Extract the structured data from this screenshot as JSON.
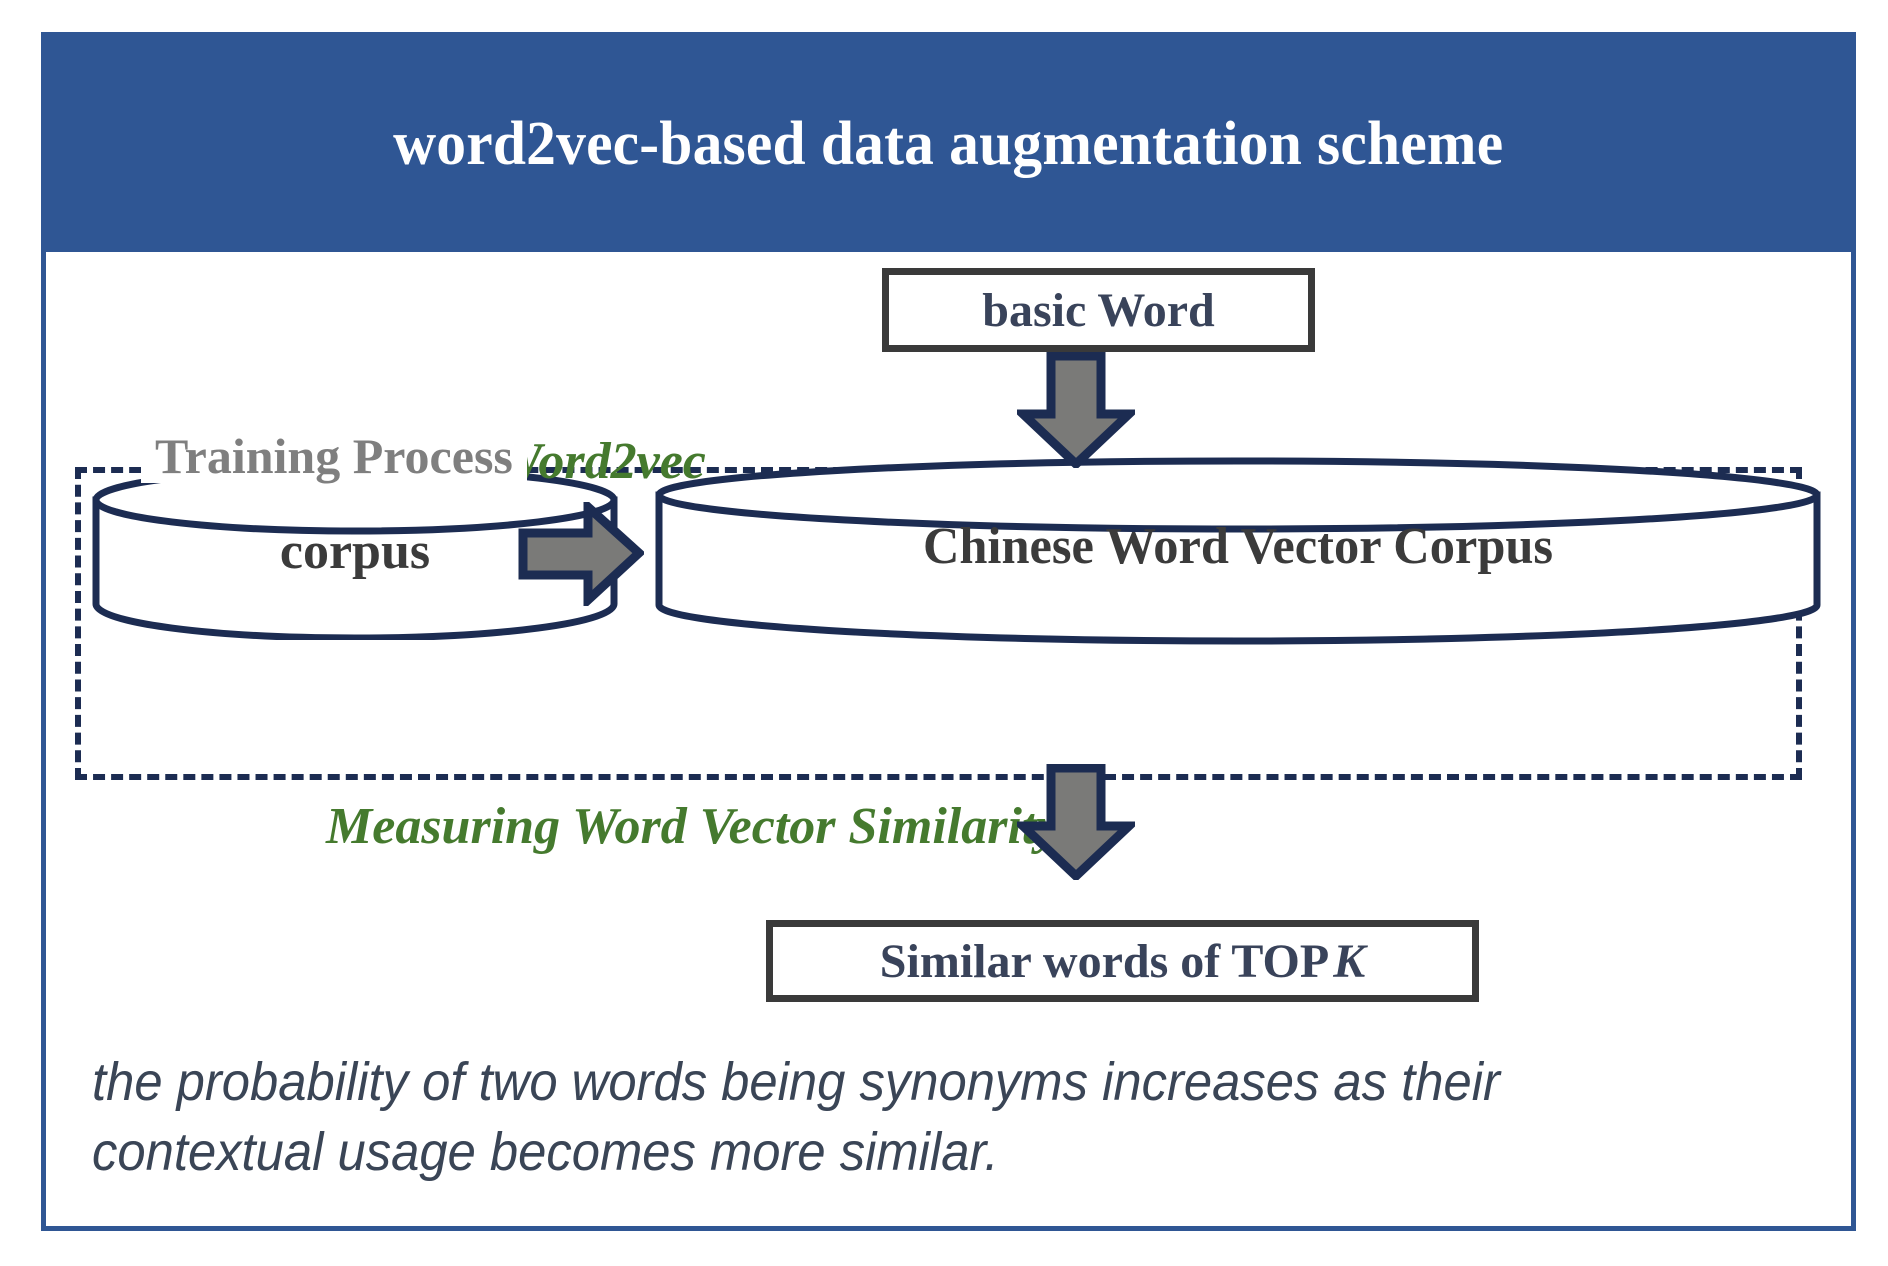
{
  "figure": {
    "title": "word2vec-based data augmentation scheme",
    "frame_border_color": "#2f5694",
    "header_bg_color": "#2f5694",
    "header_text_color": "#ffffff"
  },
  "diagram": {
    "type": "flow-diagram",
    "training_group": {
      "label": "Training Process",
      "label_color": "#7f7f7f",
      "border_style": "dashed",
      "border_color": "#1c2c52"
    },
    "nodes": [
      {
        "id": "basic-word",
        "label": "basic Word",
        "shape": "rectangle",
        "border_color": "#3a3a3a",
        "text_color": "#39435a"
      },
      {
        "id": "corpus",
        "label": "corpus",
        "shape": "cylinder",
        "border_color": "#1c2c52",
        "text_color": "#3b3b3b"
      },
      {
        "id": "chinese-word-vector-corpus",
        "label": "Chinese Word Vector Corpus",
        "shape": "cylinder",
        "border_color": "#1c2c52",
        "text_color": "#3b3b3b"
      },
      {
        "id": "similar-words",
        "label_main": "Similar words of TOP",
        "label_italic": "K",
        "shape": "rectangle",
        "border_color": "#3a3a3a",
        "text_color": "#39435a"
      }
    ],
    "edges": [
      {
        "id": "corpus-to-vector-corpus",
        "label": "Word2vec",
        "label_color": "#457a2e",
        "direction": "right",
        "fill": "#7a7a78",
        "stroke": "#1c2c52"
      },
      {
        "id": "basicword-to-vector-corpus",
        "label": "",
        "direction": "down",
        "fill": "#7a7a78",
        "stroke": "#1c2c52"
      },
      {
        "id": "vector-corpus-to-similar-words",
        "label": "Measuring Word Vector Similarity",
        "label_color": "#457a2e",
        "direction": "down",
        "fill": "#7a7a78",
        "stroke": "#1c2c52"
      }
    ]
  },
  "caption": {
    "text": "the probability of two words being synonyms increases as their contextual usage becomes more similar.",
    "color": "#3a4556"
  }
}
